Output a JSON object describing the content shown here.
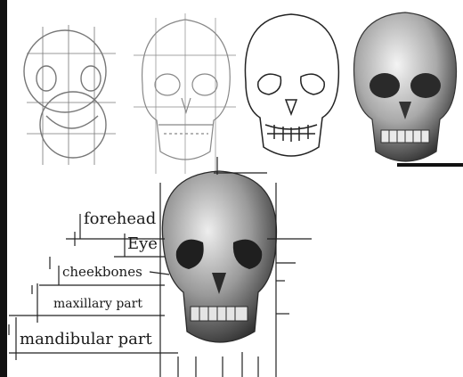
{
  "labels": {
    "forehead": "forehead",
    "eye": "Eye",
    "cheekbones": "cheekbones",
    "maxillary": "maxillary part",
    "mandibular": "mandibular part"
  },
  "colors": {
    "ink": "#1a1a1a",
    "sketch": "#777777",
    "shade_dark": "#3a3a3a",
    "shade_mid": "#8a8a8a",
    "paper": "#ffffff"
  }
}
